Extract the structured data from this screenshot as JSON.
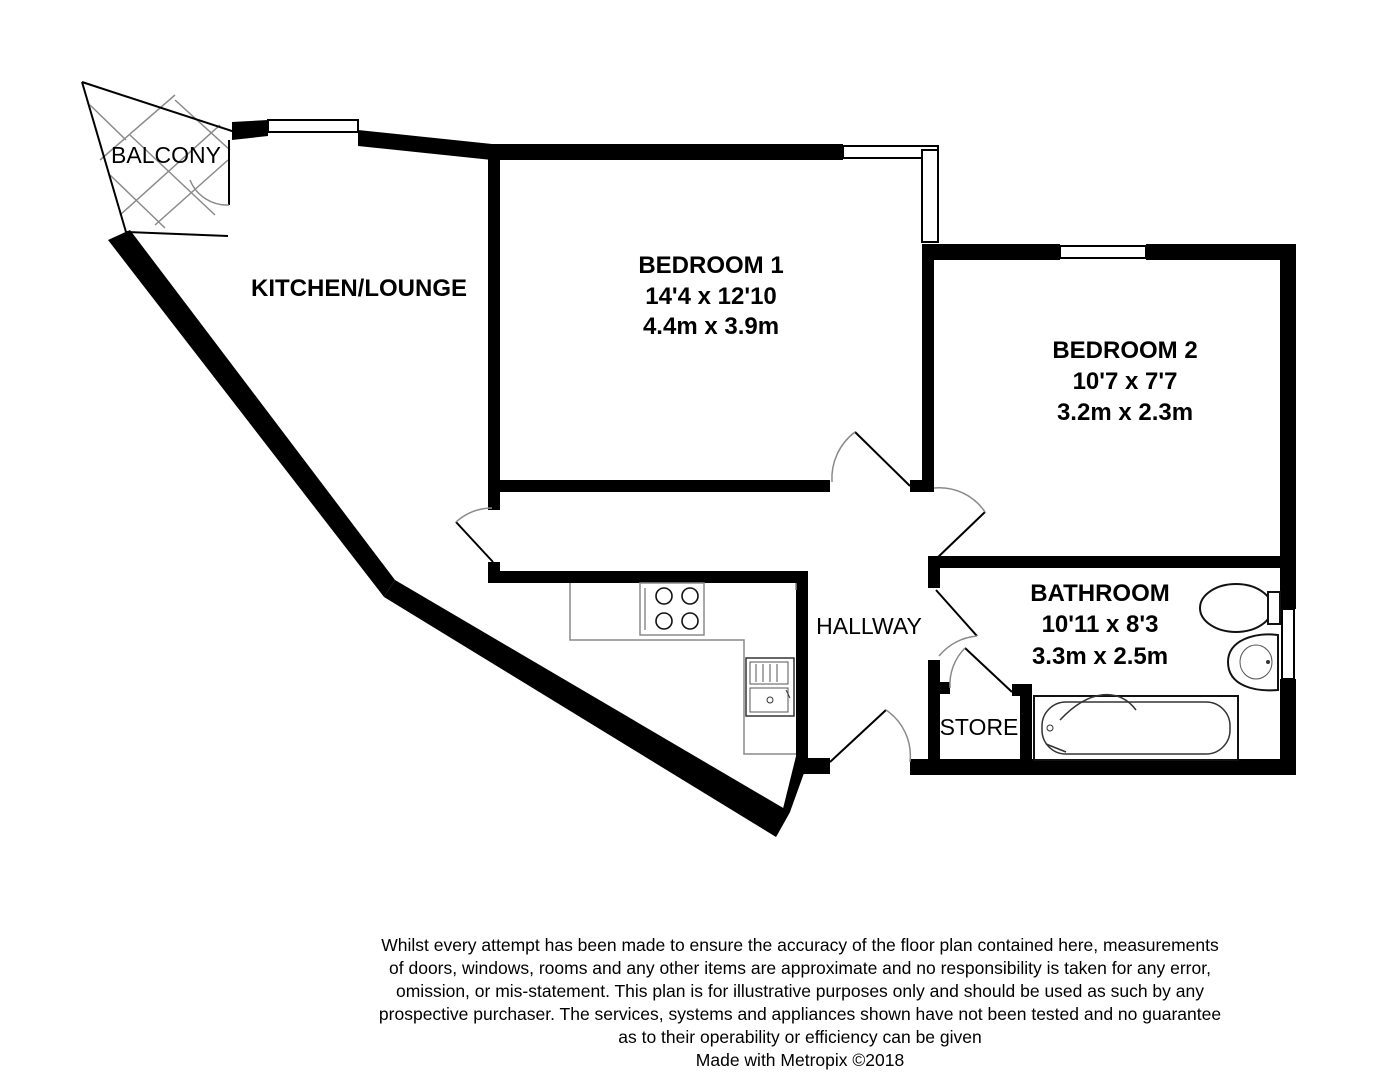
{
  "rooms": {
    "balcony": {
      "name": "BALCONY"
    },
    "kitchen_lounge": {
      "name": "KITCHEN/LOUNGE"
    },
    "bedroom1": {
      "name": "BEDROOM 1",
      "imperial": "14'4 x 12'10",
      "metric": "4.4m x 3.9m"
    },
    "bedroom2": {
      "name": "BEDROOM 2",
      "imperial": "10'7 x 7'7",
      "metric": "3.2m x 2.3m"
    },
    "bathroom": {
      "name": "BATHROOM",
      "imperial": "10'11 x 8'3",
      "metric": "3.3m x 2.5m"
    },
    "hallway": {
      "name": "HALLWAY"
    },
    "store": {
      "name": "STORE"
    }
  },
  "disclaimer": {
    "lines": [
      "Whilst every attempt has been made to ensure the accuracy of the floor plan contained here, measurements",
      "of doors, windows, rooms and any other items are approximate and no responsibility is taken for any error,",
      "omission, or mis-statement. This plan is for illustrative purposes only and should be used as such by any",
      "prospective purchaser. The services, systems and appliances shown have not been tested and no guarantee",
      "as to their operability or efficiency can be given"
    ],
    "credit": "Made with Metropix ©2018"
  }
}
